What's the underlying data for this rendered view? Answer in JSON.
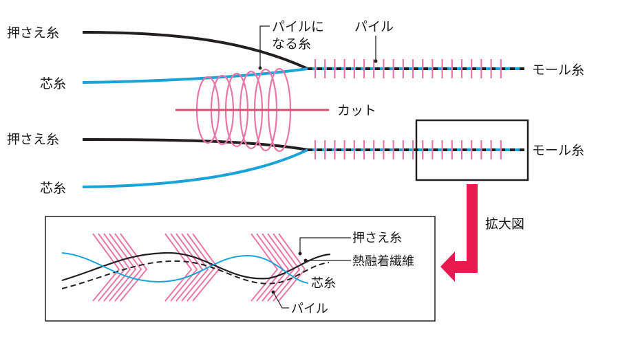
{
  "colors": {
    "black_thread": "#231f20",
    "blue_thread": "#1ba3d8",
    "pink_pile": "#e877a8",
    "cut_line": "#d9506f",
    "arrow": "#e8194f",
    "frame": "#231f20"
  },
  "labels": {
    "press_thread_top": "押さえ糸",
    "core_thread_top": "芯糸",
    "press_thread_bottom": "押さえ糸",
    "core_thread_bottom": "芯糸",
    "pile_to_be_line1": "パイルに",
    "pile_to_be_line2": "なる糸",
    "pile": "パイル",
    "mall_thread_top": "モール糸",
    "cut": "カット",
    "mall_thread_bottom": "モール糸",
    "enlarged": "拡大図"
  },
  "zoom": {
    "press_thread": "押さえ糸",
    "fusible_fiber": "熱融着繊維",
    "core_thread": "芯糸",
    "pile": "パイル"
  },
  "icons": [
    "coil-icon",
    "enlarge-arrow-icon"
  ]
}
